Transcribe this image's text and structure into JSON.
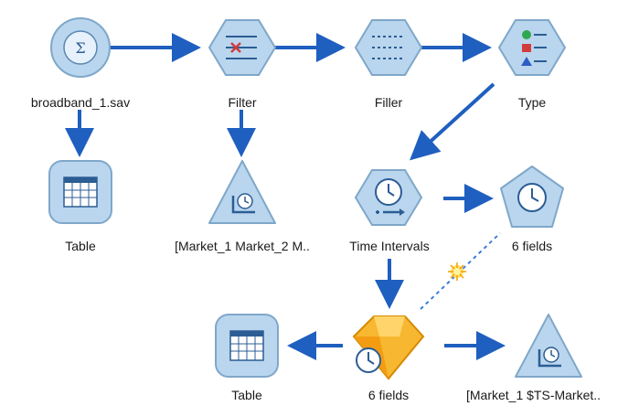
{
  "canvas": {
    "nodes": {
      "source": {
        "label": "broadband_1.sav",
        "icon": "spss-file-icon"
      },
      "filter": {
        "label": "Filter",
        "icon": "filter-icon"
      },
      "filler": {
        "label": "Filler",
        "icon": "filler-icon"
      },
      "type": {
        "label": "Type",
        "icon": "type-icon"
      },
      "table1": {
        "label": "Table",
        "icon": "table-icon"
      },
      "timeplot1": {
        "label": "[Market_1 Market_2 M..",
        "icon": "time-plot-icon"
      },
      "time_intervals": {
        "label": "Time Intervals",
        "icon": "time-intervals-icon"
      },
      "fields_top": {
        "label": "6 fields",
        "icon": "clock-icon"
      },
      "table2": {
        "label": "Table",
        "icon": "table-icon"
      },
      "model": {
        "label": "6 fields",
        "icon": "time-series-model-nugget-icon"
      },
      "timeplot2": {
        "label": "[Market_1 $TS-Market..",
        "icon": "time-plot-icon"
      }
    },
    "colors": {
      "arrow": "#1f5fbf",
      "node_fill": "#b9d6ee",
      "model_fill": "#f7b731"
    }
  }
}
